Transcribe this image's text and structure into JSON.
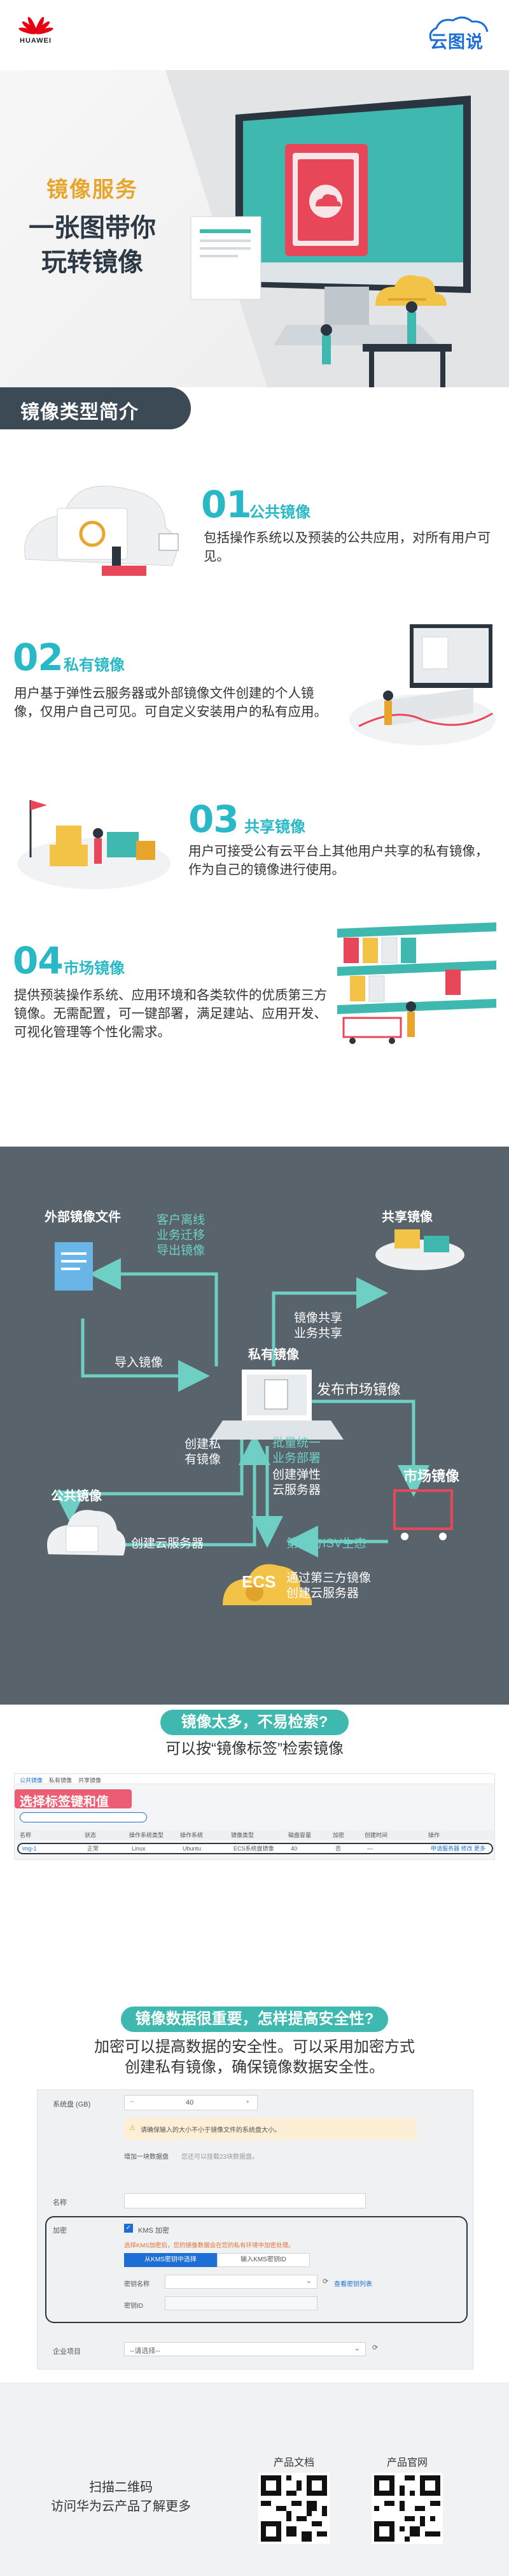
{
  "header": {
    "brand": "HUAWEI",
    "column_logo": "云图说"
  },
  "hero": {
    "title_line1": "镜像服务",
    "title_line2": "一张图带你",
    "title_line3": "玩转镜像"
  },
  "types_section": {
    "heading": "镜像类型简介",
    "items": [
      {
        "num": "01",
        "title": "公共镜像",
        "desc": "包括操作系统以及预装的公共应用，对所有用户可见。"
      },
      {
        "num": "02",
        "title": "私有镜像",
        "desc": "用户基于弹性云服务器或外部镜像文件创建的个人镜像，仅用户自己可见。可自定义安装用户的私有应用。"
      },
      {
        "num": "03",
        "title": "共享镜像",
        "desc": "用户可接受公有云平台上其他用户共享的私有镜像，作为自己的镜像进行使用。"
      },
      {
        "num": "04",
        "title": "市场镜像",
        "desc": "提供预装操作系统、应用环境和各类软件的优质第三方镜像。无需配置，可一键部署，满足建站、应用开发、可视化管理等个性化需求。"
      }
    ]
  },
  "flow": {
    "external_file": "外部镜像文件",
    "customer_offline": "客户离线\n业务迁移\n导出镜像",
    "import_image": "导入镜像",
    "private_image": "私有镜像",
    "shared_image": "共享镜像",
    "image_share": "镜像共享\n业务共享",
    "publish_market": "发布市场镜像",
    "create_private": "创建私\n有镜像",
    "batch_deploy": "批量统一\n业务部署",
    "create_ecs_a": "创建弹性\n云服务器",
    "public_image": "公共镜像",
    "create_ecs_b": "创建云服务器",
    "market_image": "市场镜像",
    "third_isv": "第三方ISV生态",
    "create_ecs_c": "通过第三方镜像\n创建云服务器",
    "ecs": "ECS"
  },
  "search": {
    "pill": "镜像太多，不易检索?",
    "sub": "可以按“镜像标签”检索镜像",
    "callout": "选择标签键和值",
    "tabs": [
      "公共镜像",
      "私有镜像",
      "共享镜像"
    ],
    "table_headers": [
      "名称",
      "状态",
      "操作系统类型",
      "操作系统",
      "镜像类型",
      "磁盘容量",
      "加密",
      "创建时间",
      "操作"
    ],
    "row": [
      "img-1",
      "正常",
      "Linux",
      "Ubuntu",
      "ECS系统盘镜像",
      "40",
      "否",
      "—",
      "申请服务器 修改 更多"
    ]
  },
  "encrypt": {
    "pill": "镜像数据很重要，怎样提高安全性?",
    "sub_line1": "加密可以提高数据的安全性。可以采用加密方式",
    "sub_line2": "创建私有镜像，确保镜像数据安全性。",
    "disk_label": "系统盘 (GB)",
    "disk_value": "40",
    "warn_text": "请确保输入的大小不小于镜像文件的系统盘大小。",
    "add_disk": "增加一块数据盘",
    "add_disk_hint": "您还可以挂载23块数据盘。",
    "name_label": "名称",
    "encrypt_label": "加密",
    "kms_label": "KMS 加密",
    "kms_hint": "选择KMS加密后，您的镜像数据会在您的私有环境中加密处理。",
    "btn_select": "从KMS密钥中选择",
    "btn_input": "输入KMS密钥ID",
    "key_name_label": "密钥名称",
    "view_key": "查看密钥列表",
    "key_id_label": "密钥ID",
    "project_label": "企业项目",
    "project_placeholder": "--请选择--"
  },
  "footer": {
    "scan_line1": "扫描二维码",
    "scan_line2": "访问华为云产品了解更多",
    "qr1_label": "产品文档",
    "qr2_label": "产品官网"
  },
  "colors": {
    "teal": "#28b8c6",
    "band": "#3c4a56",
    "dark_bg": "#58636c",
    "accent_orange": "#e7a52b",
    "huawei_red": "#e60012"
  }
}
